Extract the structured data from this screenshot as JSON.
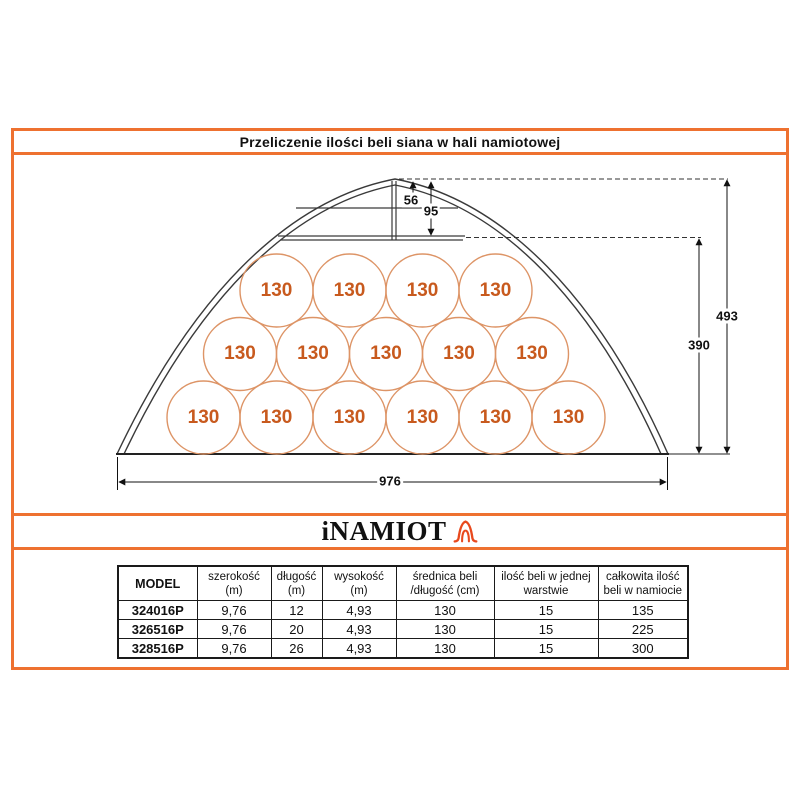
{
  "title": "Przeliczenie ilości beli siana w hali namiotowej",
  "logo": {
    "text": "iNAMIOT",
    "icon": "tent-icon"
  },
  "diagram": {
    "bale_label": "130",
    "layers_bale_counts": [
      6,
      5,
      4
    ],
    "dims": {
      "ridge_height": "56",
      "ridge_total": "95",
      "total_height": "493",
      "side_height": "390",
      "width": "976"
    }
  },
  "table": {
    "headers": [
      {
        "line1": "MODEL",
        "line2": ""
      },
      {
        "line1": "szerokość",
        "line2": "(m)"
      },
      {
        "line1": "długość",
        "line2": "(m)"
      },
      {
        "line1": "wysokość",
        "line2": "(m)"
      },
      {
        "line1": "średnica beli",
        "line2": "/długość (cm)"
      },
      {
        "line1": "ilość beli w jednej",
        "line2": "warstwie"
      },
      {
        "line1": "całkowita ilość",
        "line2": "beli w namiocie"
      }
    ],
    "rows": [
      [
        "324016P",
        "9,76",
        "12",
        "4,93",
        "130",
        "15",
        "135"
      ],
      [
        "326516P",
        "9,76",
        "20",
        "4,93",
        "130",
        "15",
        "225"
      ],
      [
        "328516P",
        "9,76",
        "26",
        "4,93",
        "130",
        "15",
        "300"
      ]
    ]
  },
  "colors": {
    "accent_orange": "#ee7130",
    "logo_orange": "#e8491d",
    "bale_stroke": "#dd9466",
    "bale_text": "#c85a1e",
    "line_color": "#3a3a3a",
    "dim_color": "#111111"
  }
}
